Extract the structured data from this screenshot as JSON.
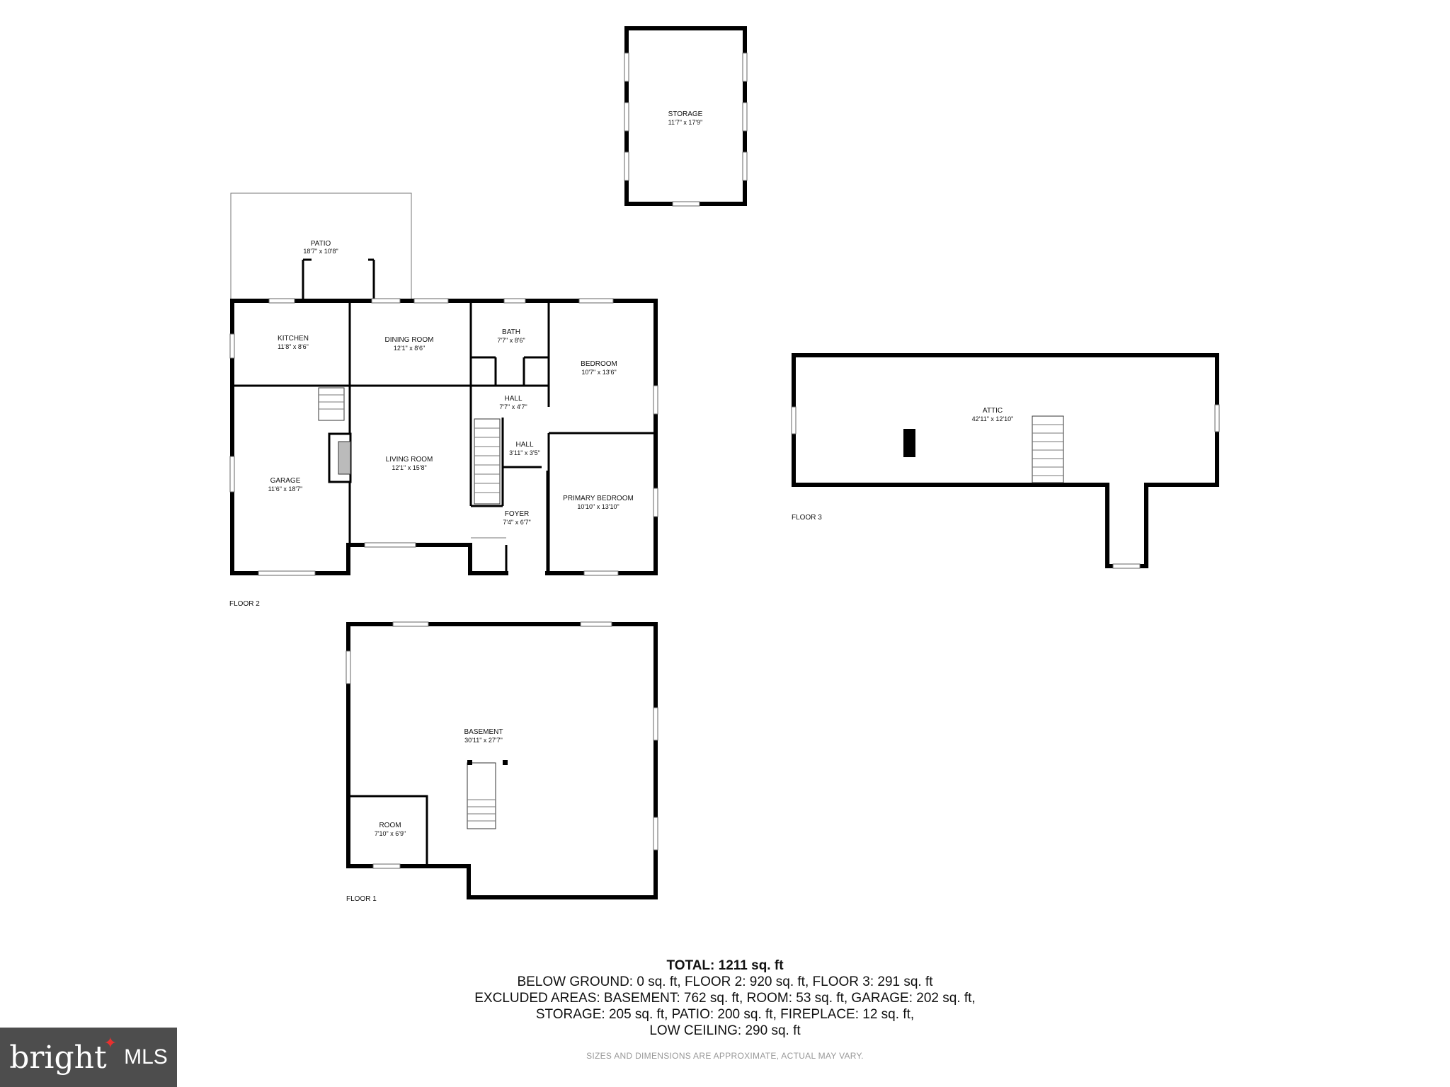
{
  "rooms": {
    "storage": {
      "name": "STORAGE",
      "dim": "11'7\" x 17'9\""
    },
    "patio": {
      "name": "PATIO",
      "dim": "18'7\" x 10'8\""
    },
    "kitchen": {
      "name": "KITCHEN",
      "dim": "11'8\" x 8'6\""
    },
    "dining_room": {
      "name": "DINING ROOM",
      "dim": "12'1\" x 8'6\""
    },
    "bath": {
      "name": "BATH",
      "dim": "7'7\" x 8'6\""
    },
    "bedroom": {
      "name": "BEDROOM",
      "dim": "10'7\" x 13'6\""
    },
    "hall1": {
      "name": "HALL",
      "dim": "7'7\" x 4'7\""
    },
    "hall2": {
      "name": "HALL",
      "dim": "3'11\" x 3'5\""
    },
    "garage": {
      "name": "GARAGE",
      "dim": "11'6\" x 18'7\""
    },
    "living_room": {
      "name": "LIVING ROOM",
      "dim": "12'1\" x 15'8\""
    },
    "primary_bedroom": {
      "name": "PRIMARY BEDROOM",
      "dim": "10'10\" x 13'10\""
    },
    "foyer": {
      "name": "FOYER",
      "dim": "7'4\" x 6'7\""
    },
    "attic": {
      "name": "ATTIC",
      "dim": "42'11\" x 12'10\""
    },
    "basement": {
      "name": "BASEMENT",
      "dim": "30'11\" x 27'7\""
    },
    "room": {
      "name": "ROOM",
      "dim": "7'10\" x 6'9\""
    }
  },
  "floor_labels": {
    "floor1": "FLOOR 1",
    "floor2": "FLOOR 2",
    "floor3": "FLOOR 3"
  },
  "summary": {
    "total": "TOTAL: 1211 sq. ft",
    "line1": "BELOW GROUND: 0 sq. ft, FLOOR 2: 920 sq. ft, FLOOR 3: 291 sq. ft",
    "line2": "EXCLUDED AREAS: BASEMENT: 762 sq. ft, ROOM: 53 sq. ft, GARAGE: 202 sq. ft,",
    "line3": "STORAGE: 205 sq. ft, PATIO: 200 sq. ft, FIREPLACE: 12 sq. ft,",
    "line4": "LOW CEILING: 290 sq. ft"
  },
  "disclaimer": "SIZES AND DIMENSIONS ARE APPROXIMATE, ACTUAL MAY VARY.",
  "logo": {
    "word": "bright",
    "suffix": "MLS",
    "accent_color": "#e8312f",
    "bg_color": "#4d4d4d"
  }
}
